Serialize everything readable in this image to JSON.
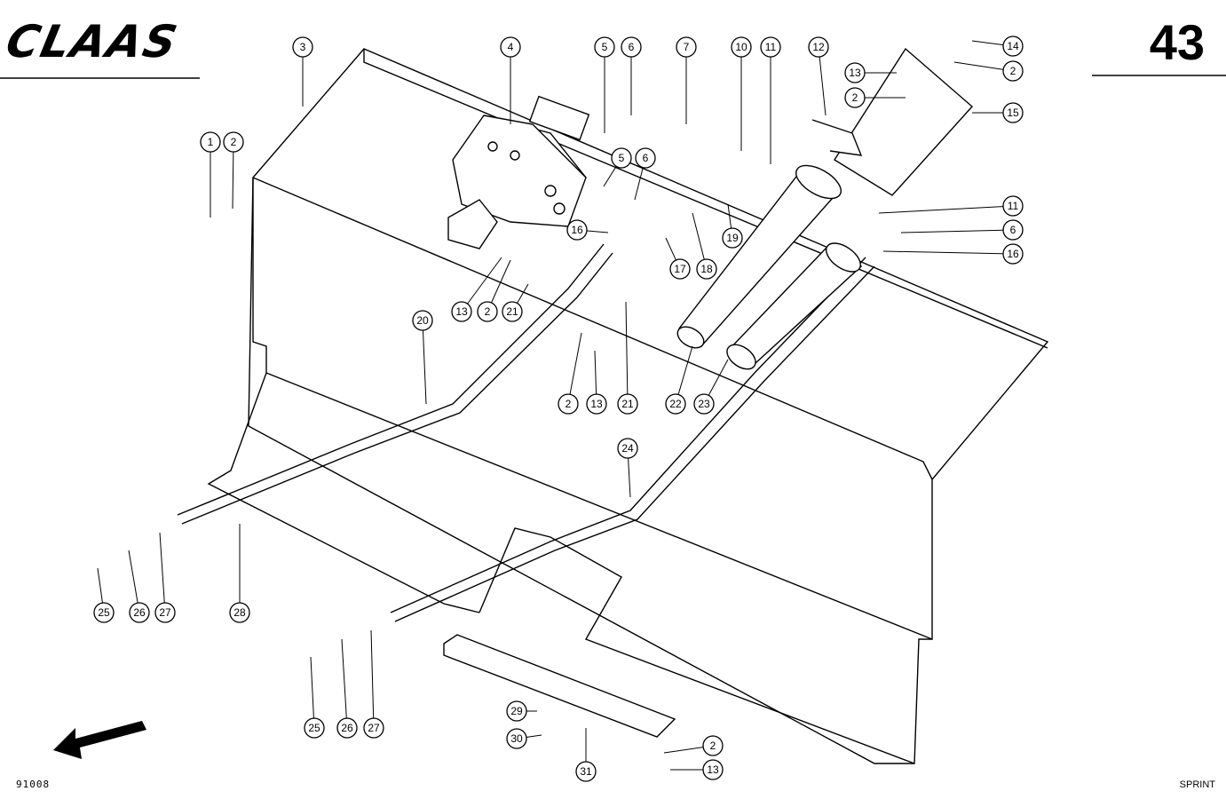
{
  "header": {
    "brand": "CLAAS",
    "page_number": "43"
  },
  "footer": {
    "drawing_number": "91008",
    "model": "SPRINT"
  },
  "callouts": [
    {
      "n": "1"
    },
    {
      "n": "2"
    },
    {
      "n": "3"
    },
    {
      "n": "4"
    },
    {
      "n": "5"
    },
    {
      "n": "6"
    },
    {
      "n": "7"
    },
    {
      "n": "10"
    },
    {
      "n": "11"
    },
    {
      "n": "12"
    },
    {
      "n": "13"
    },
    {
      "n": "2"
    },
    {
      "n": "14"
    },
    {
      "n": "2"
    },
    {
      "n": "15"
    },
    {
      "n": "5"
    },
    {
      "n": "6"
    },
    {
      "n": "11"
    },
    {
      "n": "6"
    },
    {
      "n": "16"
    },
    {
      "n": "16"
    },
    {
      "n": "19"
    },
    {
      "n": "17"
    },
    {
      "n": "18"
    },
    {
      "n": "13"
    },
    {
      "n": "2"
    },
    {
      "n": "21"
    },
    {
      "n": "20"
    },
    {
      "n": "2"
    },
    {
      "n": "13"
    },
    {
      "n": "21"
    },
    {
      "n": "22"
    },
    {
      "n": "23"
    },
    {
      "n": "24"
    },
    {
      "n": "25"
    },
    {
      "n": "26"
    },
    {
      "n": "27"
    },
    {
      "n": "28"
    },
    {
      "n": "25"
    },
    {
      "n": "26"
    },
    {
      "n": "27"
    },
    {
      "n": "29"
    },
    {
      "n": "30"
    },
    {
      "n": "31"
    },
    {
      "n": "2"
    },
    {
      "n": "13"
    }
  ]
}
